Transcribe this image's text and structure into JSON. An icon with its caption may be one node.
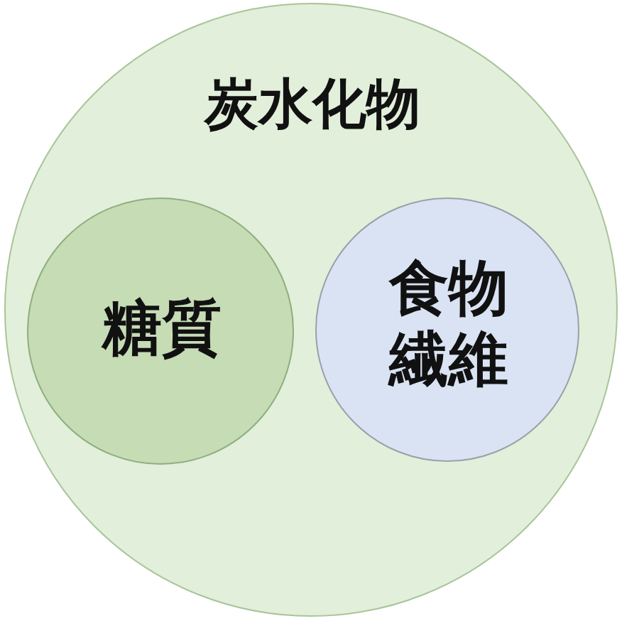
{
  "diagram": {
    "nodes": [
      {
        "text": [
          "炭水化物"
        ]
      },
      {
        "text": [
          "糖質"
        ],
        "in": 0
      },
      {
        "text": [
          "食物繊維"
        ],
        "in": 0
      }
    ]
  }
}
